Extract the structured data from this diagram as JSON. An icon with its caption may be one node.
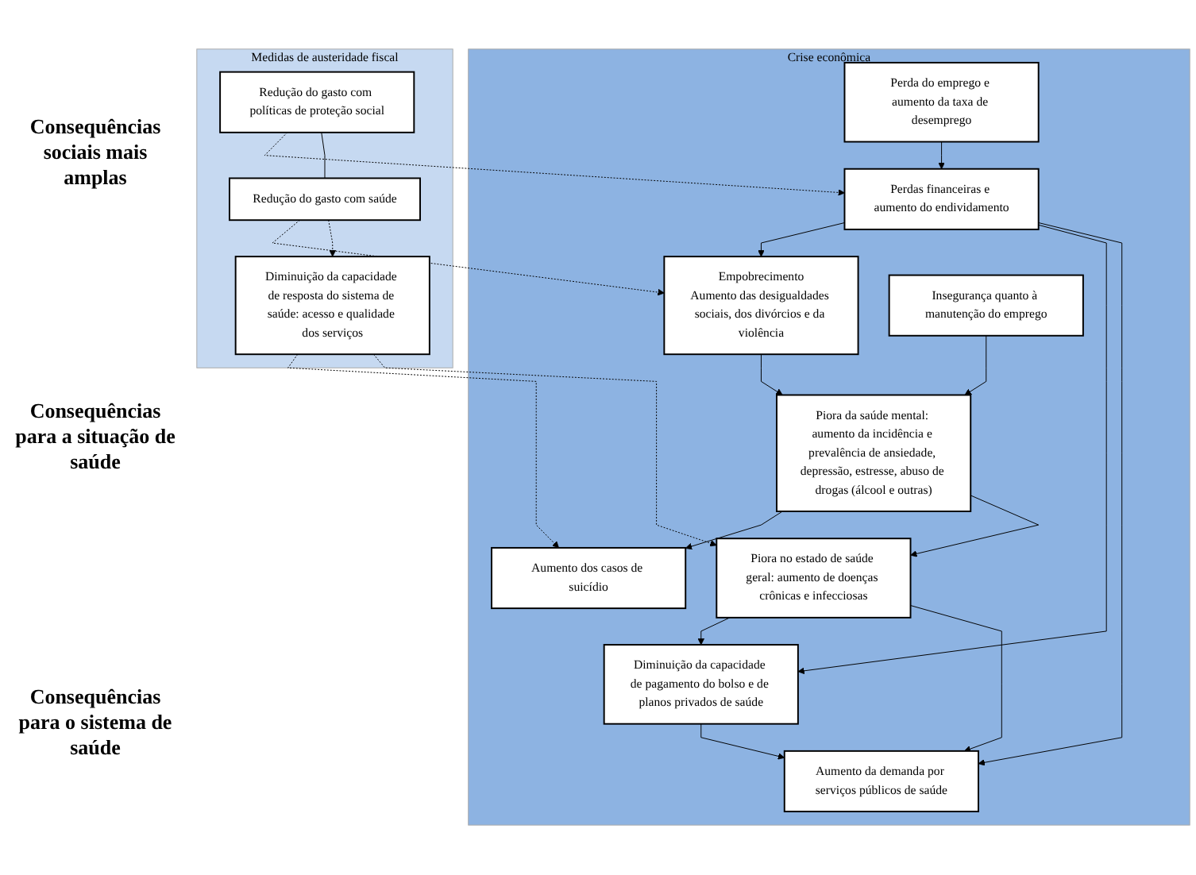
{
  "diagram": {
    "nodes": [
      {
        "text": [
          "Crise econômica"
        ]
      },
      {
        "text": [
          "Perda do emprego e aumento da taxa de desemprego"
        ],
        "in": 0
      },
      {
        "text": [
          "Perdas financeiras e aumento do endividamento"
        ],
        "in": 0
      },
      {
        "text": [
          "Insegurança quanto à manutenção do emprego"
        ],
        "in": 0
      },
      {
        "text": [
          "Empobrecimento",
          "Aumento das desigualdades sociais, dos divórcios e da violência"
        ],
        "in": 0
      },
      {
        "text": [
          "Piora da saúde mental: aumento da incidência e prevalência de ansiedade, depressão, estresse, abuso de drogas (álcool e outras)"
        ],
        "in": 0
      },
      {
        "text": [
          "Aumento dos casos de suicídio"
        ],
        "in": 0
      },
      {
        "text": [
          "Piora no estado de saúde geral: aumento de doenças crônicas e infecciosas"
        ],
        "in": 0
      },
      {
        "text": [
          "Diminuição da capacidade de pagamento do bolso e de planos privados de saúde"
        ],
        "in": 0
      },
      {
        "text": [
          "Aumento da demanda por serviços públicos de saúde"
        ],
        "in": 0
      },
      {
        "text": [
          "Medidas de austeridade fiscal"
        ]
      },
      {
        "text": [
          "Redução do gasto com políticas de proteção social"
        ],
        "in": 10
      },
      {
        "text": [
          "Redução do gasto com saúde"
        ],
        "in": 10
      },
      {
        "text": [
          "Diminuição da capacidade de resposta do sistema de saúde: acesso e qualidade dos serviços"
        ],
        "in": 10
      }
    ],
    "edges": [
      {
        "from": 1,
        "to": 2,
        "arrow": "to"
      },
      {
        "from": 2,
        "to": 4,
        "arrow": "to"
      },
      {
        "from": 3,
        "to": 5,
        "arrow": "to"
      },
      {
        "from": 4,
        "to": 5,
        "arrow": "to"
      },
      {
        "from": 5,
        "to": 6,
        "arrow": "to"
      },
      {
        "from": 5,
        "to": 7,
        "arrow": "to"
      },
      {
        "from": 11,
        "to": 2,
        "arrow": "to",
        "style": "dashed"
      },
      {
        "from": 11,
        "to": 12,
        "arrow": "none"
      },
      {
        "from": 12,
        "to": 4,
        "arrow": "to",
        "style": "dashed"
      },
      {
        "from": 12,
        "to": 13,
        "arrow": "to",
        "style": "dashed"
      },
      {
        "from": 13,
        "to": 6,
        "arrow": "to",
        "style": "dashed"
      },
      {
        "from": 13,
        "to": 7,
        "arrow": "to",
        "style": "dashed"
      },
      {
        "from": 2,
        "to": 8,
        "arrow": "to"
      },
      {
        "from": 2,
        "to": 9,
        "arrow": "to"
      },
      {
        "from": 7,
        "to": 8,
        "arrow": "to"
      },
      {
        "from": 7,
        "to": 9,
        "arrow": "to"
      },
      {
        "from": 8,
        "to": 9,
        "arrow": "to"
      }
    ],
    "labels": [
      "Consequências sociais mais amplas",
      "Consequências para a situação de saúde",
      "Consequências para o sistema de saúde"
    ]
  }
}
